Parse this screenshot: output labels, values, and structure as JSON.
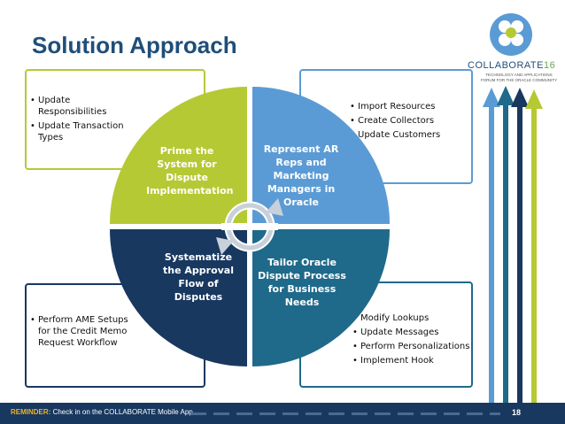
{
  "title": "Solution Approach",
  "colors": {
    "title": "#1f4e79",
    "green": "#b5c934",
    "blue": "#5b9bd5",
    "navy": "#183860",
    "teal": "#1f6a8a"
  },
  "logo": {
    "name": "COLLABORATE",
    "year": "16",
    "tagline": "TECHNOLOGY AND APPLICATIONS FORUM FOR THE ORACLE COMMUNITY"
  },
  "quadrants": [
    {
      "label": "Prime the System for Dispute Implementation",
      "bullets": [
        "Update Responsibilities",
        "Update Transaction Types"
      ]
    },
    {
      "label": "Represent AR Reps and Marketing Managers in Oracle",
      "bullets": [
        "Import Resources",
        "Create Collectors",
        "Update Customers"
      ]
    },
    {
      "label": "Systematize the Approval Flow of Disputes",
      "bullets": [
        "Perform AME Setups for the Credit Memo Request Workflow"
      ]
    },
    {
      "label": "Tailor Oracle Dispute Process for Business Needs",
      "bullets": [
        "Modify Lookups",
        "Update Messages",
        "Perform Personalizations",
        "Implement Hook"
      ]
    }
  ],
  "footer": {
    "reminder_label": "REMINDER:",
    "reminder_text": " Check in on the COLLABORATE Mobile App",
    "page_number": "18"
  }
}
